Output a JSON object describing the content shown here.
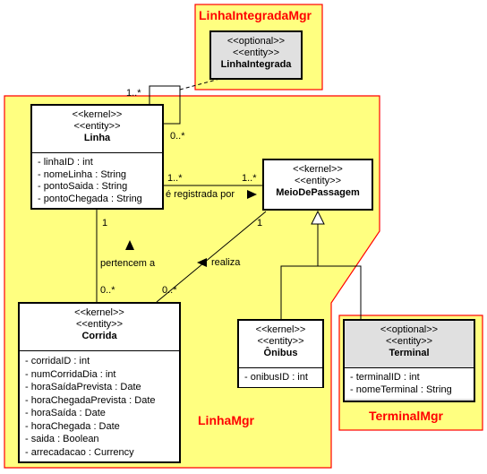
{
  "packages": {
    "linhaintegrada_mgr": "LinhaIntegradaMgr",
    "linha_mgr": "LinhaMgr",
    "terminal_mgr": "TerminalMgr"
  },
  "classes": {
    "linha_integrada": {
      "stereotypes": [
        "<<optional>>",
        "<<entity>>"
      ],
      "name": "LinhaIntegrada",
      "attributes": []
    },
    "linha": {
      "stereotypes": [
        "<<kernel>>",
        "<<entity>>"
      ],
      "name": "Linha",
      "attributes": [
        "- linhaID : int",
        "- nomeLinha : String",
        "- pontoSaida : String",
        "- pontoChegada : String"
      ]
    },
    "meio_de_passagem": {
      "stereotypes": [
        "<<kernel>>",
        "<<entity>>"
      ],
      "name": "MeioDePassagem",
      "attributes": []
    },
    "corrida": {
      "stereotypes": [
        "<<kernel>>",
        "<<entity>>"
      ],
      "name": "Corrida",
      "attributes": [
        "- corridaID : int",
        "- numCorridaDia : int",
        "- horaSaídaPrevista : Date",
        "- horaChegadaPrevista : Date",
        "- horaSaída : Date",
        "- horaChegada : Date",
        "- saida : Boolean",
        "- arrecadacao : Currency"
      ]
    },
    "onibus": {
      "stereotypes": [
        "<<kernel>>",
        "<<entity>>"
      ],
      "name": "Ônibus",
      "attributes": [
        "- onibusID : int"
      ]
    },
    "terminal": {
      "stereotypes": [
        "<<optional>>",
        "<<entity>>"
      ],
      "name": "Terminal",
      "attributes": [
        "- terminalID : int",
        "- nomeTerminal : String"
      ]
    }
  },
  "associations": {
    "self_linha": {
      "mult_a": "1..*",
      "mult_b": "0..*"
    },
    "linha_meio": {
      "mult_a": "1..*",
      "mult_b": "1..*",
      "label": "é registrada por"
    },
    "linha_corrida": {
      "mult_a": "1",
      "mult_b": "0..*",
      "label": "pertencem a"
    },
    "meio_corrida": {
      "mult_a": "1",
      "mult_b": "0..*",
      "label": "realiza"
    }
  },
  "colors": {
    "package_fill": "#ffff80",
    "package_border": "#ff0000",
    "title": "#ff0000",
    "optional_fill": "#e0e0e0"
  }
}
